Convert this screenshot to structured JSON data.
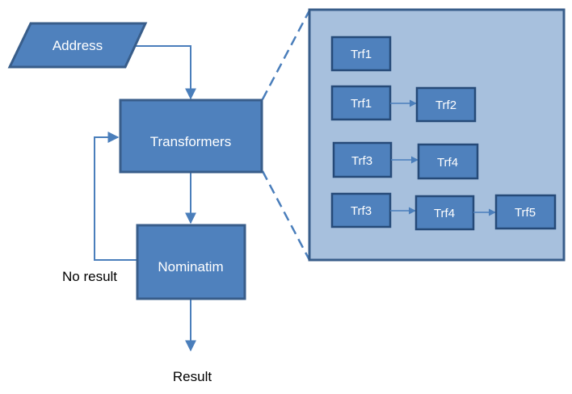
{
  "diagram": {
    "nodes": {
      "address": "Address",
      "transformers": "Transformers",
      "nominatim": "Nominatim"
    },
    "labels": {
      "no_result": "No result",
      "result": "Result"
    },
    "detail_panel": {
      "rows": [
        [
          "Trf1"
        ],
        [
          "Trf1",
          "Trf2"
        ],
        [
          "Trf3",
          "Trf4"
        ],
        [
          "Trf3",
          "Trf4",
          "Trf5"
        ]
      ]
    }
  },
  "colors": {
    "box_fill": "#4f81bd",
    "box_stroke": "#385d8a",
    "panel_fill": "#a7c0dd",
    "connector": "#4a7ebb"
  }
}
